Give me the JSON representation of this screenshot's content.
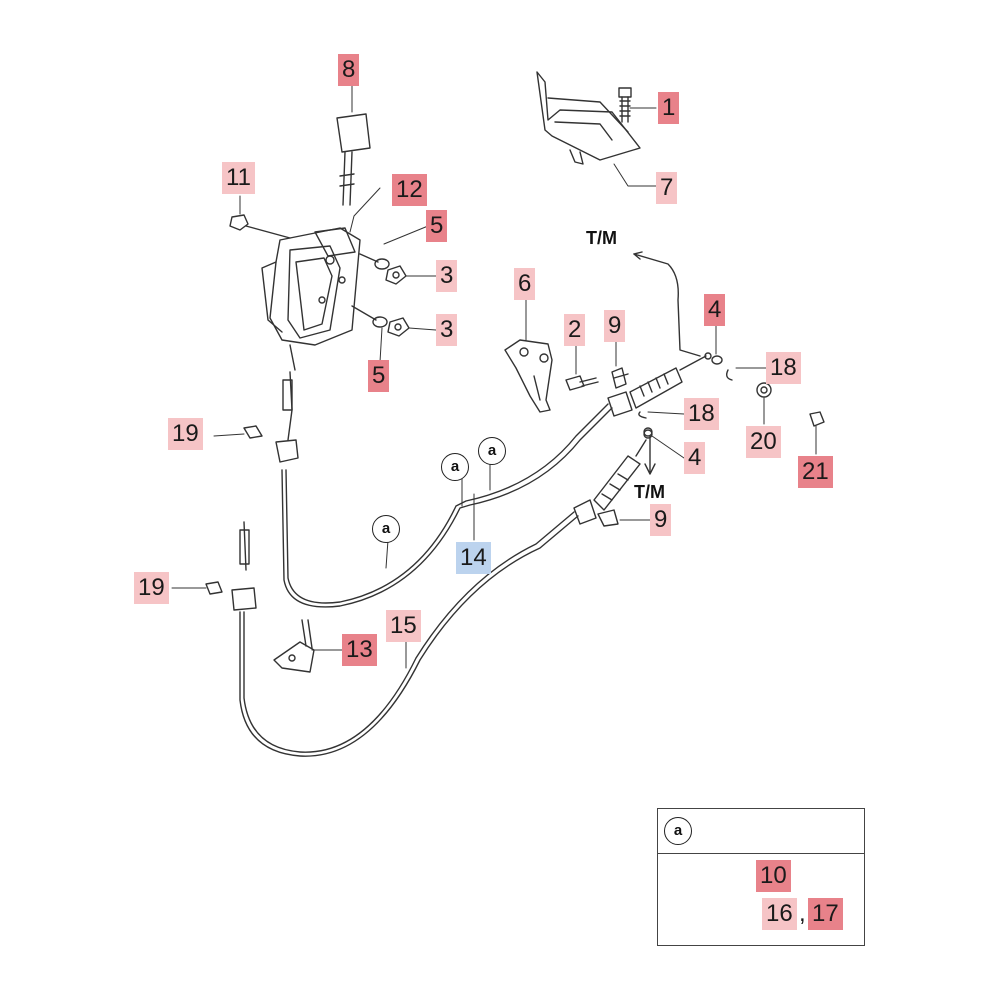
{
  "callouts": {
    "c1": "1",
    "c2": "2",
    "c3a": "3",
    "c3b": "3",
    "c4a": "4",
    "c4b": "4",
    "c5a": "5",
    "c5b": "5",
    "c6": "6",
    "c7": "7",
    "c8": "8",
    "c9a": "9",
    "c9b": "9",
    "c10": "10",
    "c11": "11",
    "c12": "12",
    "c13": "13",
    "c14": "14",
    "c15": "15",
    "c16": "16",
    "c17": "17",
    "c18a": "18",
    "c18b": "18",
    "c19a": "19",
    "c19b": "19",
    "c20": "20",
    "c21": "21"
  },
  "markers": {
    "tm_top": "T/M",
    "tm_mid": "T/M",
    "detail": "a"
  },
  "legend": {
    "key": "a",
    "separator": ","
  },
  "colors": {
    "dark_label": "#e8828a",
    "light_label": "#f6c4c6",
    "blue_label": "#bcd3ee",
    "line": "#333333"
  }
}
